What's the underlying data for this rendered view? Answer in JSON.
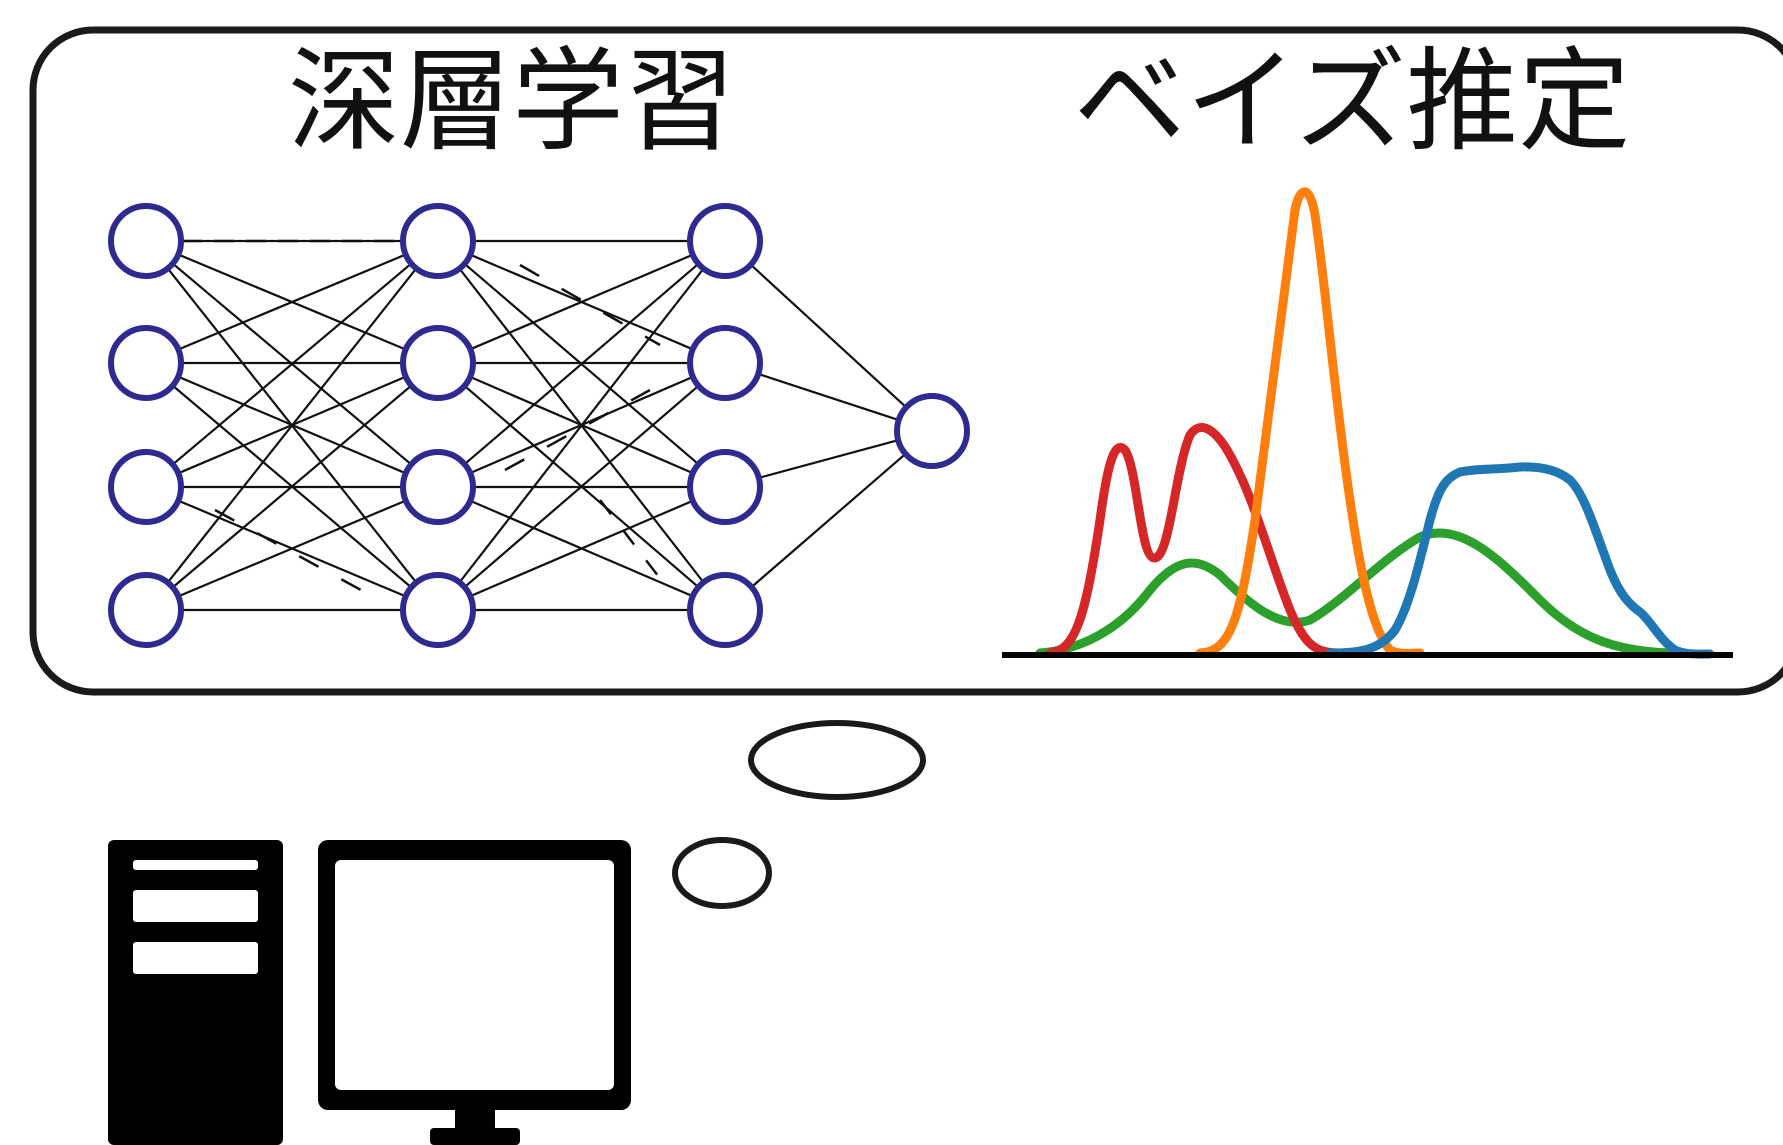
{
  "bubble": {
    "left_title": "深層学習",
    "right_title": "ベイズ推定"
  },
  "neural_network": {
    "layers": [
      4,
      4,
      4,
      1
    ],
    "node_color": "#2e2a8f",
    "edge_color": "#111111"
  },
  "distributions": {
    "series": [
      {
        "color": "#d62728",
        "shape": "bimodal"
      },
      {
        "color": "#ff7f0e",
        "shape": "tall-narrow"
      },
      {
        "color": "#2ca02c",
        "shape": "bimodal-broad"
      },
      {
        "color": "#1f77b4",
        "shape": "plateau"
      }
    ],
    "axis_color": "#000000"
  },
  "computer": {
    "icon": "desktop-computer-icon",
    "color": "#000000"
  }
}
